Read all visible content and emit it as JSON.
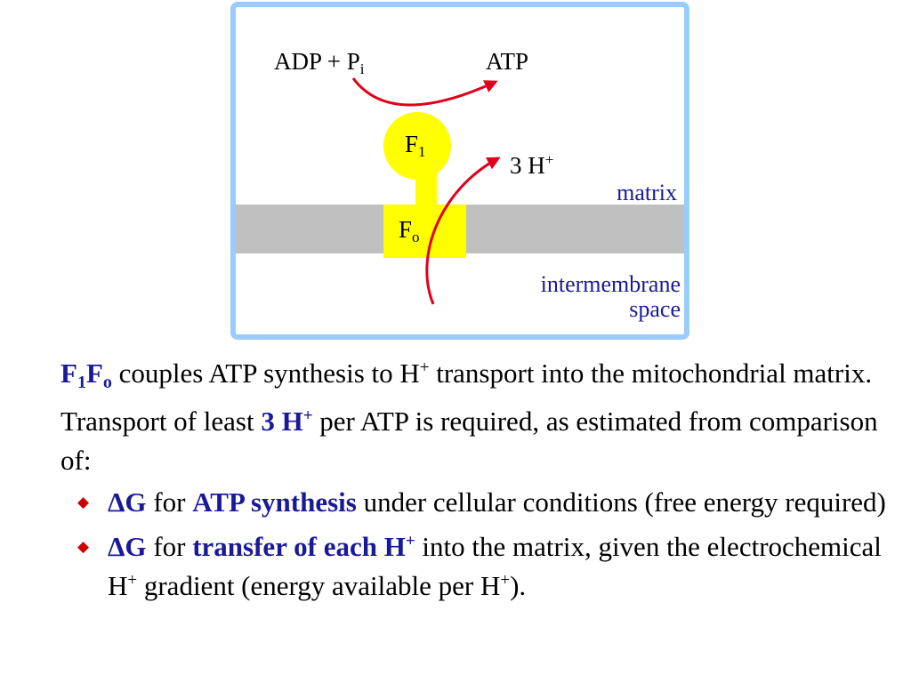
{
  "diagram": {
    "reactant_text": "ADP + P",
    "reactant_sub": "i",
    "product_text": "ATP",
    "f1_text": "F",
    "f1_sub": "1",
    "fo_text": "F",
    "fo_sub": "o",
    "proton_text": "3 H",
    "proton_sup": "+",
    "matrix_label": "matrix",
    "ims_line1": "intermembrane",
    "ims_line2": "space"
  },
  "colors": {
    "frame": "#99ccff",
    "membrane": "#c0c0c0",
    "enzyme": "#ffff00",
    "arrow": "#e0001b",
    "emphasis": "#1a1a99",
    "bullet": "#cc0000"
  },
  "paragraph": {
    "f_1": "F",
    "sub_1": "1",
    "f_2": "F",
    "sub_o": "o",
    "text_1": " couples ATP synthesis to H",
    "sup_1": "+",
    "text_2": " transport into the mitochondrial matrix. Transport of least ",
    "em_3h": "3 H",
    "sup_2": "+",
    "text_3": " per ATP is required, as estimated from comparison of:"
  },
  "bullets": [
    {
      "marker": "◆",
      "delta_g": "ΔG",
      "text_1": " for ",
      "em": "ATP synthesis",
      "text_2": " under cellular conditions (free energy required)"
    },
    {
      "marker": "◆",
      "delta_g": "ΔG",
      "text_1": " for ",
      "em": "transfer of each H",
      "em_sup": "+",
      "text_2": " into the matrix, given the electrochemical H",
      "sup_2": "+",
      "text_3": " gradient (energy available per H",
      "sup_3": "+",
      "text_4": ")."
    }
  ]
}
